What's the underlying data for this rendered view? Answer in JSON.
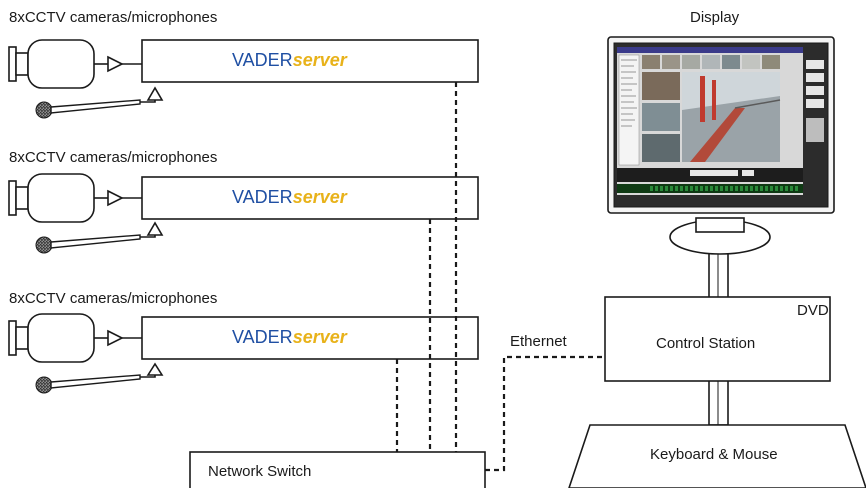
{
  "colors": {
    "brand_primary": "#1f4fa3",
    "brand_accent": "#e8b21a",
    "line": "#1a1a1a",
    "video_green": "#2a8a3a"
  },
  "groups": [
    {
      "cameras_label": "8xCCTV cameras/microphones",
      "server_name_a": "VADER",
      "server_name_b": "server"
    },
    {
      "cameras_label": "8xCCTV cameras/microphones",
      "server_name_a": "VADER",
      "server_name_b": "server"
    },
    {
      "cameras_label": "8xCCTV cameras/microphones",
      "server_name_a": "VADER",
      "server_name_b": "server"
    }
  ],
  "display": {
    "label": "Display"
  },
  "control_station": {
    "label": "Control Station",
    "drive_label": "DVD"
  },
  "keyboard": {
    "label": "Keyboard & Mouse"
  },
  "network_switch": {
    "label": "Network Switch"
  },
  "ethernet": {
    "label": "Ethernet"
  },
  "icons": [
    "camera-icon",
    "microphone-icon",
    "monitor-icon"
  ]
}
